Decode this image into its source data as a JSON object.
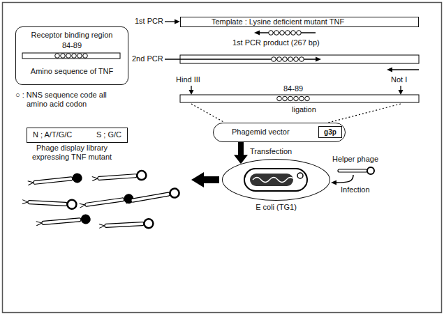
{
  "diagram": {
    "nodes": [
      {
        "text": [
          "Receptor binding region",
          "84-89",
          "Amino sequence of TNF"
        ]
      },
      {
        "text": [
          "N ; A/T/G/C",
          "S ; G/C"
        ]
      },
      {
        "text": [
          "Template : Lysine deficient mutant TNF"
        ]
      },
      {
        "text": [
          "Phagemid vector"
        ]
      },
      {
        "text": [
          "g3p"
        ],
        "in": 3
      },
      {
        "text": [
          "E coli (TG1)"
        ]
      }
    ],
    "edges": [
      {
        "from": 3,
        "to": 5,
        "arrow": "to",
        "label": "Transfection"
      }
    ],
    "labels": [
      "1st PCR",
      "1st PCR product (267 bp)",
      "2nd PCR",
      "○ : NNS sequence code all amino acid codon",
      "Hind III",
      "Not I",
      "84-89",
      "ligation",
      "Helper phage",
      "Infection",
      "Phage display library expressing TNF mutant"
    ]
  }
}
